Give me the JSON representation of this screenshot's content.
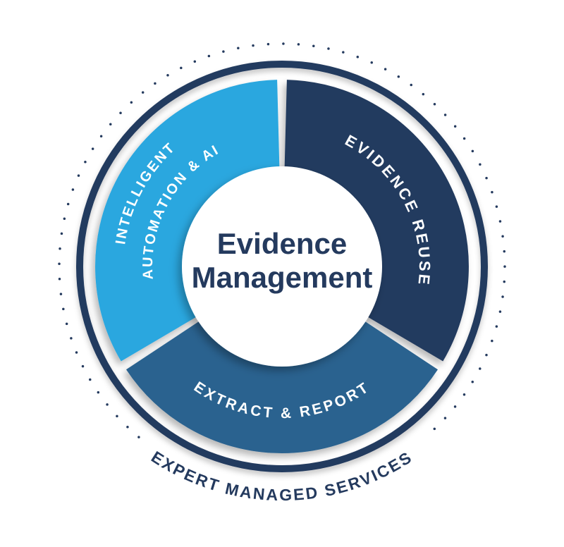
{
  "diagram": {
    "title": "Evidence Management wheel diagram",
    "center": {
      "line1": "Evidence",
      "line2": "Management"
    },
    "segments": {
      "intelligent": {
        "line1": "INTELLIGENT",
        "line2": "AUTOMATION & AI",
        "color": "#2BA7DF"
      },
      "reuse": {
        "label": "EVIDENCE REUSE",
        "color": "#243A5E"
      },
      "extract": {
        "label": "EXTRACT & REPORT",
        "color": "#2B628F"
      }
    },
    "outer_label": "EXPERT MANAGED SERVICES",
    "colors": {
      "ring": "#243A5E",
      "dots": "#243A5E",
      "segment_label_text": "#FFFFFF",
      "center_text": "#243A5E",
      "outer_label_text": "#243A5E",
      "background": "#FFFFFF"
    }
  }
}
